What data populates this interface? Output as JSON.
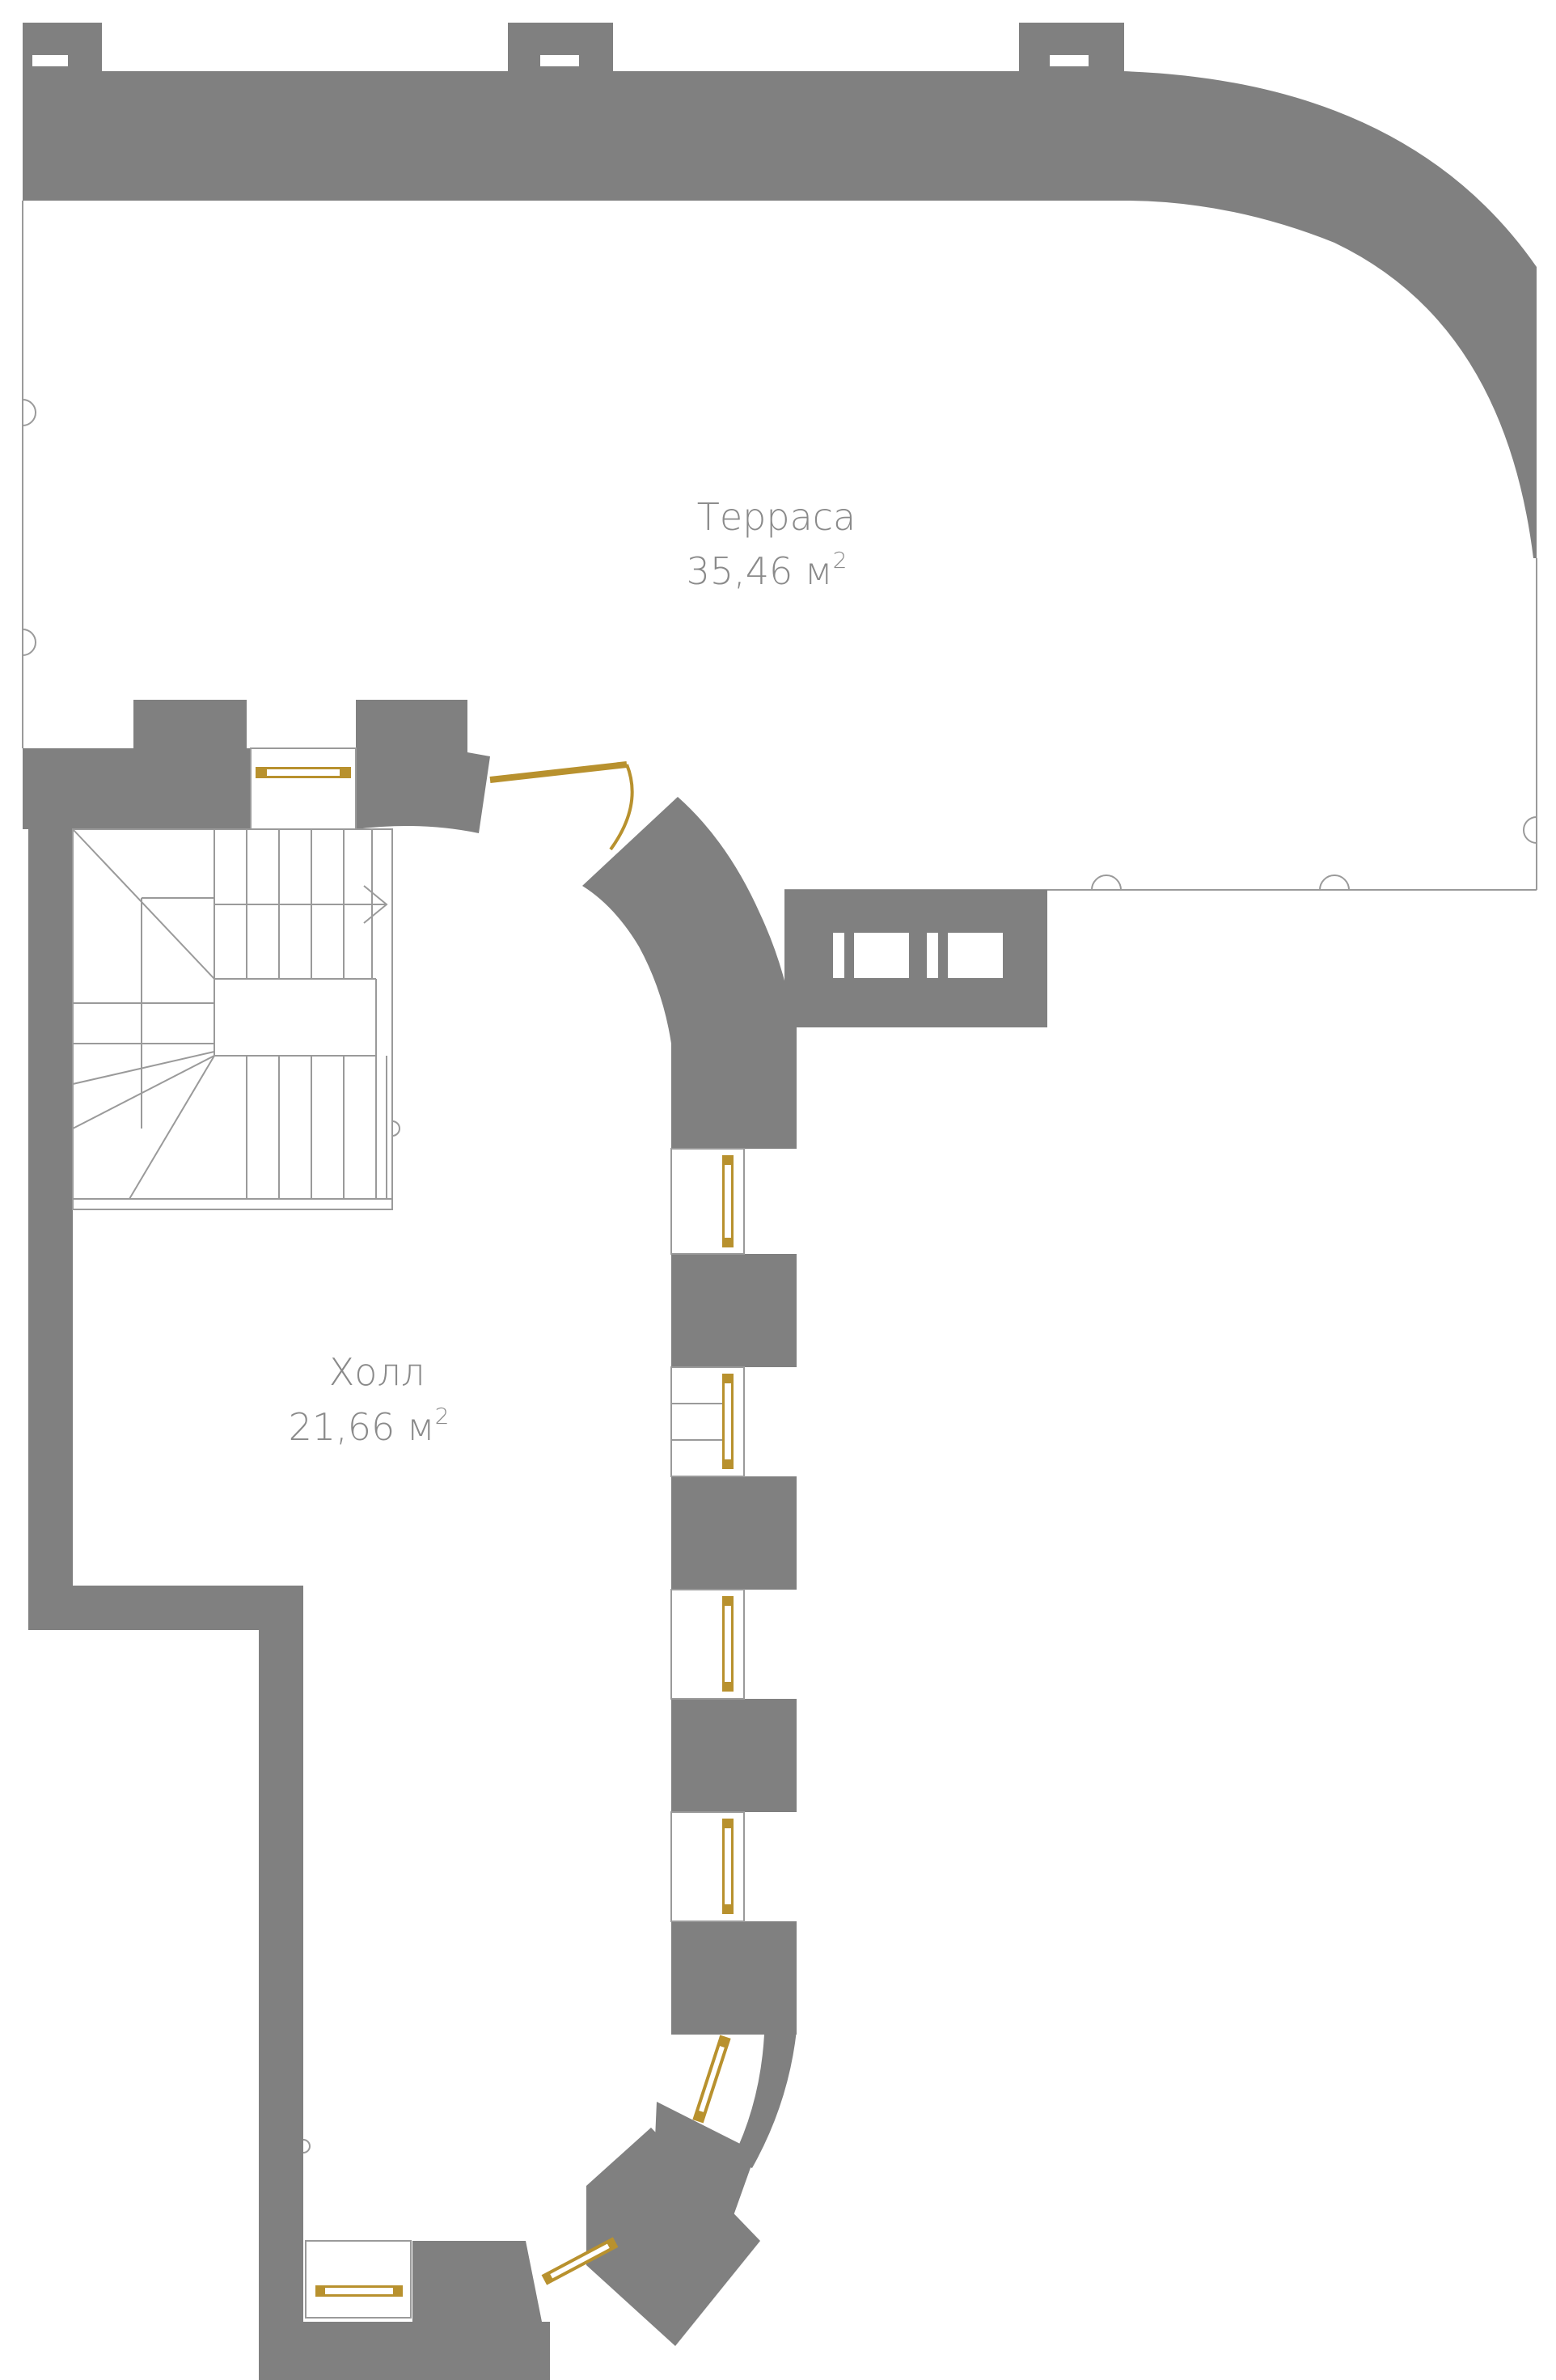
{
  "colors": {
    "wall": "#808080",
    "window_frame": "#b8912e",
    "line": "#9a9a9a",
    "text": "#8a8a8a",
    "background": "#ffffff"
  },
  "rooms": {
    "terrace": {
      "name": "Терраса",
      "area": "35,46 м",
      "unit_power": "2"
    },
    "hall": {
      "name": "Холл",
      "area": "21,66 м",
      "unit_power": "2"
    }
  }
}
